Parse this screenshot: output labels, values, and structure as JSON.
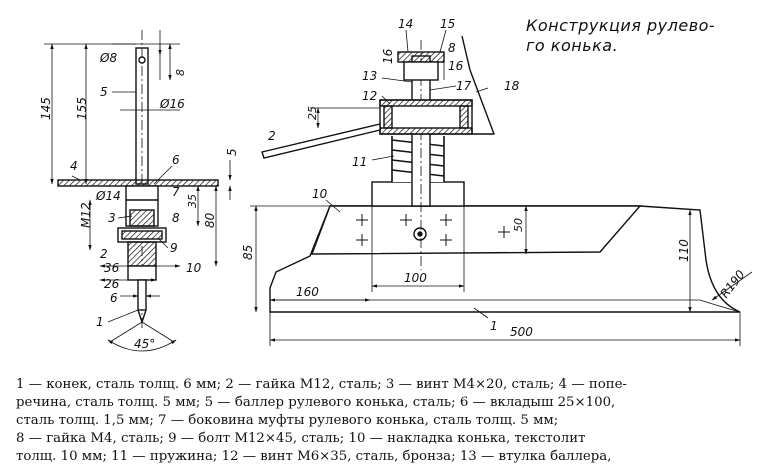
{
  "title": "Конструкция рулевого конька.",
  "title_lines": [
    "Конструкция рулево-",
    "го конька."
  ],
  "left_view": {
    "labels": {
      "phi8": "Ø8",
      "d8": "8",
      "n5": "5",
      "phi16": "Ø16",
      "d145": "145",
      "d155": "155",
      "n4": "4",
      "n6": "6",
      "d5": "5",
      "phi14": "Ø14",
      "n7": "7",
      "d35": "35",
      "n3": "3",
      "n8": "8",
      "m12": "M12",
      "d80": "80",
      "n9": "9",
      "n2": "2",
      "d36": "36",
      "n10": "10",
      "d26": "26",
      "d6": "6",
      "n1": "1",
      "angle45": "45°"
    }
  },
  "right_view": {
    "labels": {
      "n14": "14",
      "n15": "15",
      "n16a": "16",
      "n16b": "16",
      "d8": "8",
      "n13": "13",
      "n17": "17",
      "n12": "12",
      "n18": "18",
      "d25": "25",
      "n2": "2",
      "n11": "11",
      "n10": "10",
      "d50": "50",
      "d100": "100",
      "d85": "85",
      "d160": "160",
      "d110": "110",
      "r190": "R190",
      "n1": "1",
      "d500": "500"
    }
  },
  "caption_lines": [
    "1 — конек, сталь толщ. 6 мм; 2 — гайка М12, сталь; 3 — винт М4×20, сталь; 4 — попе-",
    "речина, сталь толщ. 5 мм; 5 — баллер рулевого конька, сталь; 6 — вкладыш 25×100,",
    "сталь толщ. 1,5 мм; 7 — боковина муфты рулевого конька, сталь толщ. 5 мм;",
    "8 — гайка М4, сталь; 9 — болт М12×45, сталь; 10 — накладка конька, текстолит",
    "толщ. 10 мм; 11 — пружина; 12 — винт М6×35, сталь, бронза; 13 — втулка баллера,"
  ]
}
